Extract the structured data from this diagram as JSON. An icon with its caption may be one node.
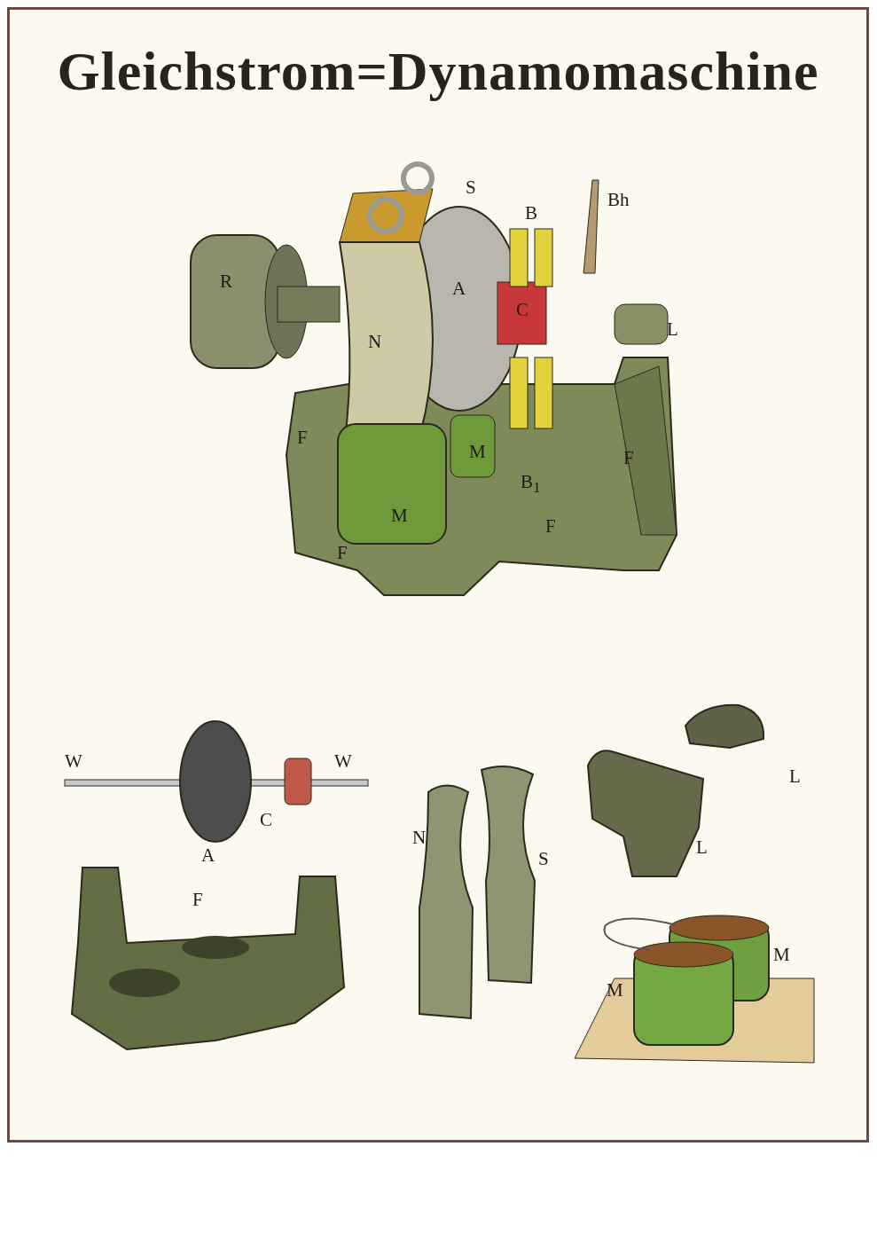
{
  "diagram": {
    "title": "Gleichstrom=Dynamomaschine",
    "labels": [
      "S",
      "B",
      "Bh",
      "R",
      "A",
      "C",
      "N",
      "L",
      "F",
      "M",
      "F",
      "B$_{1}$",
      "M",
      "F",
      "F",
      "W",
      "W",
      "C",
      "A",
      "N",
      "S",
      "L",
      "L",
      "F",
      "M",
      "M"
    ]
  }
}
